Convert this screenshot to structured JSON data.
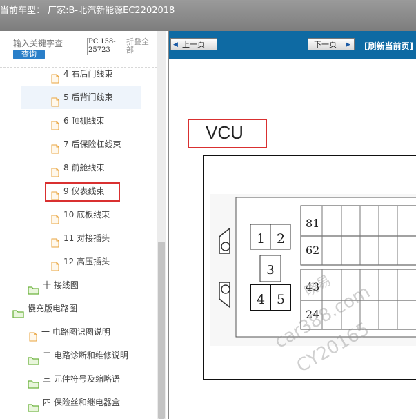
{
  "header": {
    "title": "当前车型：  厂家:B-北汽新能源EC2202018"
  },
  "sidebar": {
    "search_placeholder": "输入关键字查",
    "query_label": "查询",
    "code_label": "PC.158-25723",
    "fold_label": "折叠全部",
    "tree": [
      {
        "label": "4 右后门线束",
        "type": "doc",
        "selected": false
      },
      {
        "label": "5 后背门线束",
        "type": "doc",
        "selected": true
      },
      {
        "label": "6 顶棚线束",
        "type": "doc",
        "selected": false
      },
      {
        "label": "7 后保险杠线束",
        "type": "doc",
        "selected": false
      },
      {
        "label": "8 前舱线束",
        "type": "doc",
        "selected": false
      },
      {
        "label": "9 仪表线束",
        "type": "doc",
        "selected": false
      },
      {
        "label": "10 底板线束",
        "type": "doc",
        "selected": false
      },
      {
        "label": "11 对接插头",
        "type": "doc",
        "selected": false
      },
      {
        "label": "12 高压插头",
        "type": "doc",
        "selected": false
      },
      {
        "label": "十 接线图",
        "type": "folder",
        "selected": false
      },
      {
        "label": "慢充版电路图",
        "type": "folder-open",
        "selected": false
      },
      {
        "label": "一 电路图识图说明",
        "type": "doc",
        "selected": false
      },
      {
        "label": "二 电路诊断和维修说明",
        "type": "folder",
        "selected": false
      },
      {
        "label": "三 元件符号及缩略语",
        "type": "folder",
        "selected": false
      },
      {
        "label": "四 保险丝和继电器盒",
        "type": "folder",
        "selected": false
      }
    ]
  },
  "viewer": {
    "prev_label": "上一页",
    "next_label": "下一页",
    "refresh_label": "[刷新当前页]",
    "section_title": "VCU",
    "pins": {
      "p1": "1",
      "p2": "2",
      "p3": "3",
      "p4": "4",
      "p5": "5",
      "r81": "81",
      "r62": "62",
      "r43": "43",
      "r24": "24"
    },
    "watermark": [
      "晓易",
      "car388.com",
      "CY20165"
    ]
  },
  "colors": {
    "nav_bg": "#0e6aa3",
    "highlight": "#d93030",
    "folder": "#6db33f",
    "doc_icon": "#e8a33d",
    "query_btn": "#2a7fc9"
  }
}
